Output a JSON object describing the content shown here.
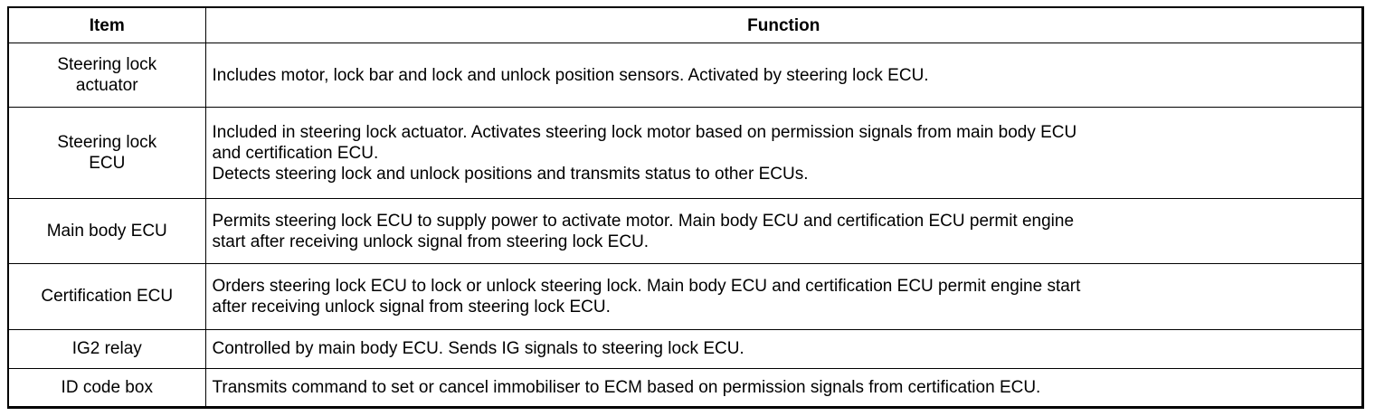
{
  "table": {
    "headers": {
      "item": "Item",
      "function": "Function"
    },
    "rows": [
      {
        "item": [
          "Steering lock",
          "actuator"
        ],
        "function": [
          "Includes motor, lock bar and lock and unlock position sensors. Activated by steering lock ECU."
        ]
      },
      {
        "item": [
          "Steering lock",
          "ECU"
        ],
        "function": [
          "Included in steering lock actuator. Activates steering lock motor based on permission signals from main body ECU",
          "and certification ECU.",
          "Detects steering lock and unlock positions and transmits status to other ECUs."
        ]
      },
      {
        "item": [
          "Main body ECU"
        ],
        "function": [
          "Permits steering lock ECU to supply power to activate motor. Main body ECU and certification ECU permit engine",
          "start after receiving unlock signal from steering lock ECU."
        ]
      },
      {
        "item": [
          "Certification ECU"
        ],
        "function": [
          "Orders steering lock ECU to lock or unlock steering lock. Main body ECU and certification ECU permit engine start",
          "after receiving unlock signal from steering lock ECU."
        ]
      },
      {
        "item": [
          "IG2 relay"
        ],
        "function": [
          "Controlled by main body ECU. Sends IG signals to steering lock ECU."
        ]
      },
      {
        "item": [
          "ID code box"
        ],
        "function": [
          "Transmits command to set or cancel immobiliser to ECM based on permission signals from certification ECU."
        ]
      }
    ]
  }
}
